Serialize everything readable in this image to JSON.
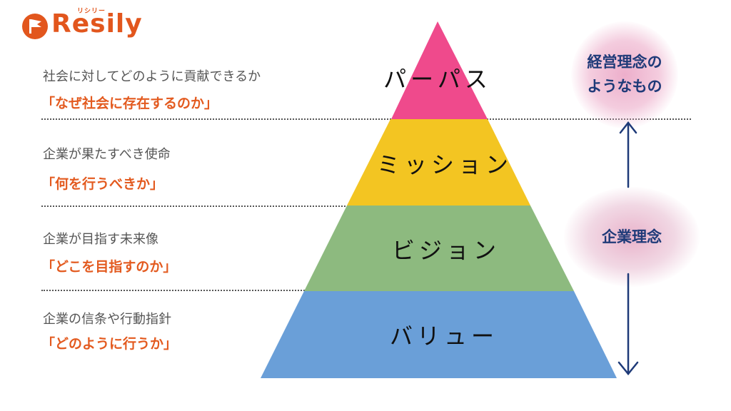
{
  "logo": {
    "kana": "リシリー",
    "word": "Resily",
    "color": "#e2561d"
  },
  "tiers": [
    {
      "label": "パーパス",
      "color": "#ef4a8c",
      "description": "社会に対してどのように貢献できるか",
      "question": "「なぜ社会に存在するのか」"
    },
    {
      "label": "ミッション",
      "color": "#f3c522",
      "description": "企業が果たすべき使命",
      "question": "「何を行うべきか」"
    },
    {
      "label": "ビジョン",
      "color": "#8dba7f",
      "description": "企業が目指す未来像",
      "question": "「どこを目指すのか」"
    },
    {
      "label": "バリュー",
      "color": "#6a9fd8",
      "description": "企業の信条や行動指針",
      "question": "「どのように行うか」"
    }
  ],
  "right_labels": {
    "top_line1": "経営理念の",
    "top_line2": "ようなもの",
    "middle": "企業理念"
  },
  "colors": {
    "accent": "#e35a1f",
    "label_text": "#1e3a78",
    "arrow": "#1e3a78"
  }
}
